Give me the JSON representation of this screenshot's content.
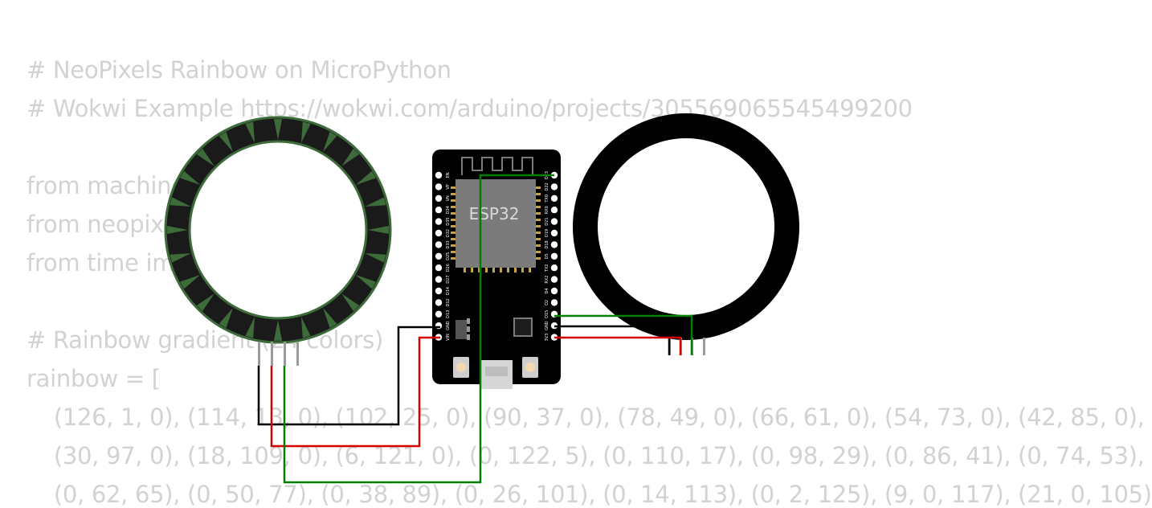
{
  "code": {
    "lines": [
      "# NeoPixels Rainbow on MicroPython",
      "# Wokwi Example https://wokwi.com/arduino/projects/305569065545499200",
      "",
      "from machine import Pin",
      "from neopixel import NeoPixel",
      "from time import sleep",
      "",
      "# Rainbow gradient (24 colors)",
      "rainbow = [",
      "  (126, 1, 0), (114, 13, 0), (102, 25, 0), (90, 37, 0), (78, 49, 0), (66, 61, 0), (54, 73, 0), (42, 85, 0),",
      "  (30, 97, 0), (18, 109, 0), (6, 121, 0), (0, 122, 5), (0, 110, 17), (0, 98, 29), (0, 86, 41), (0, 74, 53),",
      "  (0, 62, 65), (0, 50, 77), (0, 38, 89), (0, 26, 101), (0, 14, 113), (0, 2, 125), (9, 0, 117), (21, 0, 105)"
    ]
  },
  "board": {
    "chip_label": "ESP32",
    "left_pins": [
      "EN",
      "VP",
      "VN",
      "D34",
      "D35",
      "D32",
      "D33",
      "D25",
      "D26",
      "D27",
      "D14",
      "D12",
      "D13",
      "GND",
      "VIN"
    ],
    "right_pins": [
      "D23",
      "D22",
      "TX0",
      "RX0",
      "D21",
      "D19",
      "D18",
      "D5",
      "TX2",
      "RX2",
      "D4",
      "D2",
      "D15",
      "GND",
      "3V3"
    ]
  },
  "colors": {
    "wire_black": "#000000",
    "wire_red": "#d40000",
    "wire_green": "#008000",
    "ring_outline": "#3d6b3a",
    "board": "#000000"
  }
}
